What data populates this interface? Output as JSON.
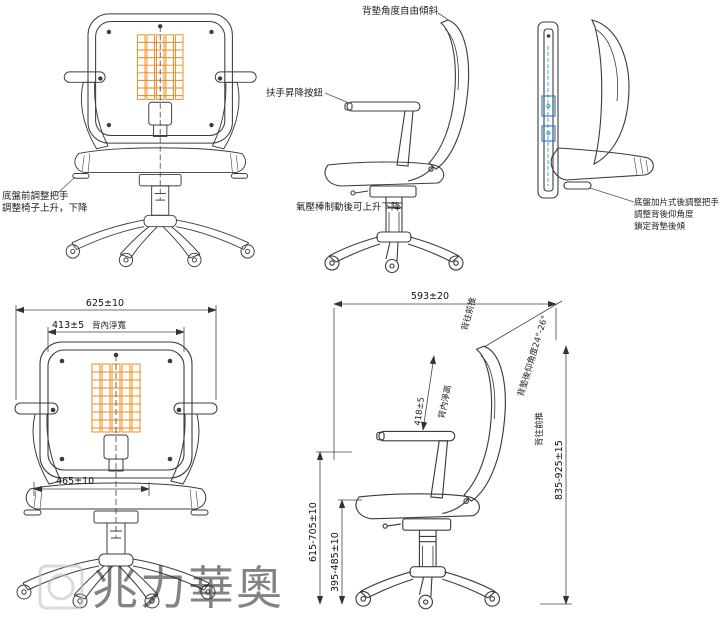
{
  "callouts": {
    "back_tilt_free": "背墊角度自由傾斜",
    "armrest_lift_button": "扶手昇降按鈕",
    "front_handle_line1": "底盤前調整把手",
    "front_handle_line2": "調整椅子上升，下降",
    "gas_lift": "氣壓棒制動後可上升下降",
    "rear_handle_line1": "底盤加片式後調整把手",
    "rear_handle_line2": "調整背後仰角度",
    "rear_handle_line3": "鎖定背墊後傾"
  },
  "front_view_dims": {
    "overall_width": "625±10",
    "back_inner_width": "413±5",
    "back_inner_width_note": "背內淨寬",
    "seat_width": "465±10"
  },
  "side_view_dims": {
    "overall_depth": "593±20",
    "depth_note": "背往前推",
    "back_inner_height": "418±5",
    "back_inner_height_note": "背內淨高",
    "recline_angle": "背墊後仰角度24°-26°",
    "push_forward_note": "背往前推",
    "height_seat_range": "615-705±10",
    "height_lower_range": "395-485±10",
    "height_overall_range": "835-925±15"
  },
  "watermark": {
    "text": "兆力華奧"
  },
  "colors": {
    "line": "#3c3c3c",
    "mesh_orange": "#ec8a1d",
    "mech_cyan": "#1ab0c8",
    "mech_blue": "#2f6fd6",
    "watermark_gray": "#bdbdbd"
  }
}
